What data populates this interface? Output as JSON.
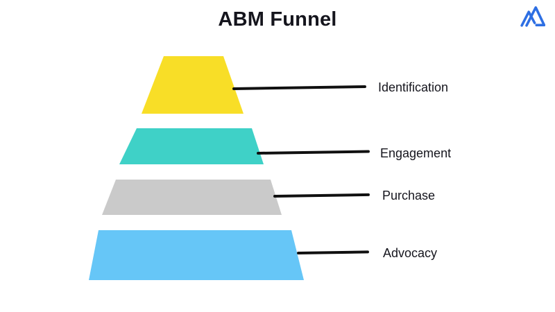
{
  "page": {
    "background_color": "#ffffff"
  },
  "header": {
    "title": "ABM Funnel",
    "title_color": "#15151d",
    "logo": {
      "icon": "mountain-logo-icon",
      "color": "#2e6fe3"
    }
  },
  "funnel": {
    "type": "funnel-diagram",
    "stages": [
      {
        "label": "Identification",
        "color": "#f8de27"
      },
      {
        "label": "Engagement",
        "color": "#3fd1c7"
      },
      {
        "label": "Purchase",
        "color": "#cacaca"
      },
      {
        "label": "Advocacy",
        "color": "#66c6f7"
      }
    ],
    "connector_color": "#101010",
    "label_color": "#15151d"
  }
}
